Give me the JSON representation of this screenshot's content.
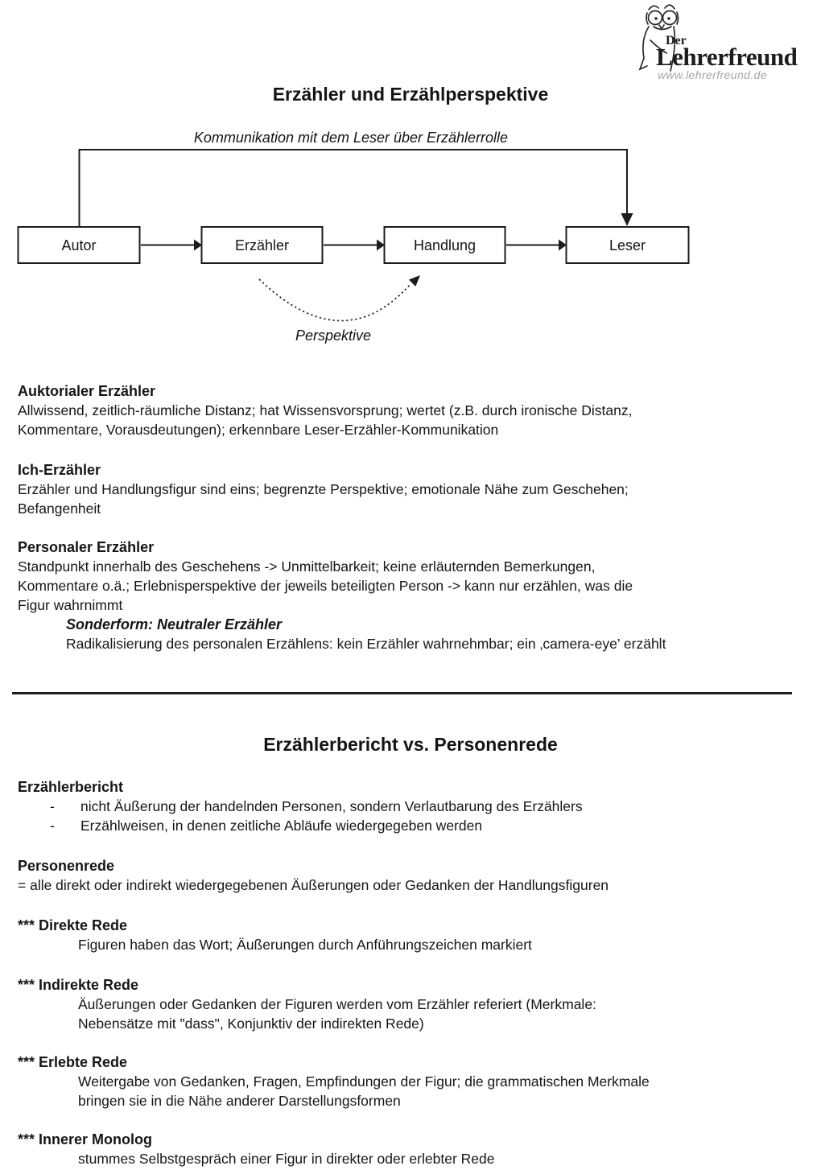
{
  "logo": {
    "prefix": "Der",
    "name": "Lehrerfreund",
    "url": "www.lehrerfreund.de"
  },
  "titles": {
    "part1": "Erzähler und Erzählperspektive",
    "part2": "Erzählerbericht vs. Personenrede"
  },
  "diagram": {
    "top_label": "Kommunikation mit dem Leser über Erzählerrolle",
    "boxes": [
      "Autor",
      "Erzähler",
      "Handlung",
      "Leser"
    ],
    "curve_label": "Perspektive"
  },
  "narrators": {
    "auktorial": {
      "heading": "Auktorialer Erzähler",
      "lines": [
        "Allwissend, zeitlich-räumliche Distanz; hat Wissensvorsprung; wertet (z.B. durch ironische Distanz,",
        "Kommentare, Vorausdeutungen); erkennbare Leser-Erzähler-Kommunikation"
      ]
    },
    "ich": {
      "heading": "Ich-Erzähler",
      "lines": [
        "Erzähler und Handlungsfigur sind eins; begrenzte Perspektive; emotionale Nähe zum Geschehen;",
        "Befangenheit"
      ]
    },
    "personal": {
      "heading": "Personaler Erzähler",
      "lines": [
        "Standpunkt innerhalb des Geschehens -> Unmittelbarkeit; keine erläuternden Bemerkungen,",
        "Kommentare o.ä.; Erlebnisperspektive der jeweils beteiligten Person -> kann nur erzählen, was die",
        "Figur wahrnimmt"
      ],
      "sub_heading": "Sonderform: Neutraler Erzähler",
      "sub_line": "Radikalisierung des personalen Erzählens: kein Erzähler wahrnehmbar; ein ‚camera-eye’ erzählt"
    }
  },
  "speech": {
    "erzaehlerbericht": {
      "heading": "Erzählerbericht",
      "bullet_marker": "-",
      "bullets": [
        "nicht Äußerung der handelnden Personen, sondern Verlautbarung des Erzählers",
        "Erzählweisen, in denen zeitliche Abläufe wiedergegeben werden"
      ]
    },
    "personenrede": {
      "heading": "Personenrede",
      "line": "= alle direkt oder indirekt wiedergegebenen Äußerungen oder Gedanken der Handlungsfiguren"
    },
    "direkte": {
      "heading": "*** Direkte Rede",
      "lines": [
        "Figuren haben das Wort; Äußerungen durch Anführungszeichen markiert"
      ]
    },
    "indirekte": {
      "heading": "*** Indirekte Rede",
      "lines": [
        "Äußerungen oder Gedanken der Figuren werden vom Erzähler referiert (Merkmale:",
        "Nebensätze mit \"dass\", Konjunktiv der indirekten Rede)"
      ]
    },
    "erlebte": {
      "heading": "*** Erlebte Rede",
      "lines": [
        "Weitergabe von Gedanken, Fragen, Empfindungen der Figur; die grammatischen Merkmale",
        "bringen sie in die Nähe anderer Darstellungsformen"
      ]
    },
    "innerer": {
      "heading": "*** Innerer Monolog",
      "lines": [
        "stummes Selbstgespräch einer Figur in direkter oder erlebter Rede"
      ]
    }
  },
  "colors": {
    "text": "#161616",
    "line": "#1f1f1f",
    "url_gray": "#a6a6a6"
  }
}
